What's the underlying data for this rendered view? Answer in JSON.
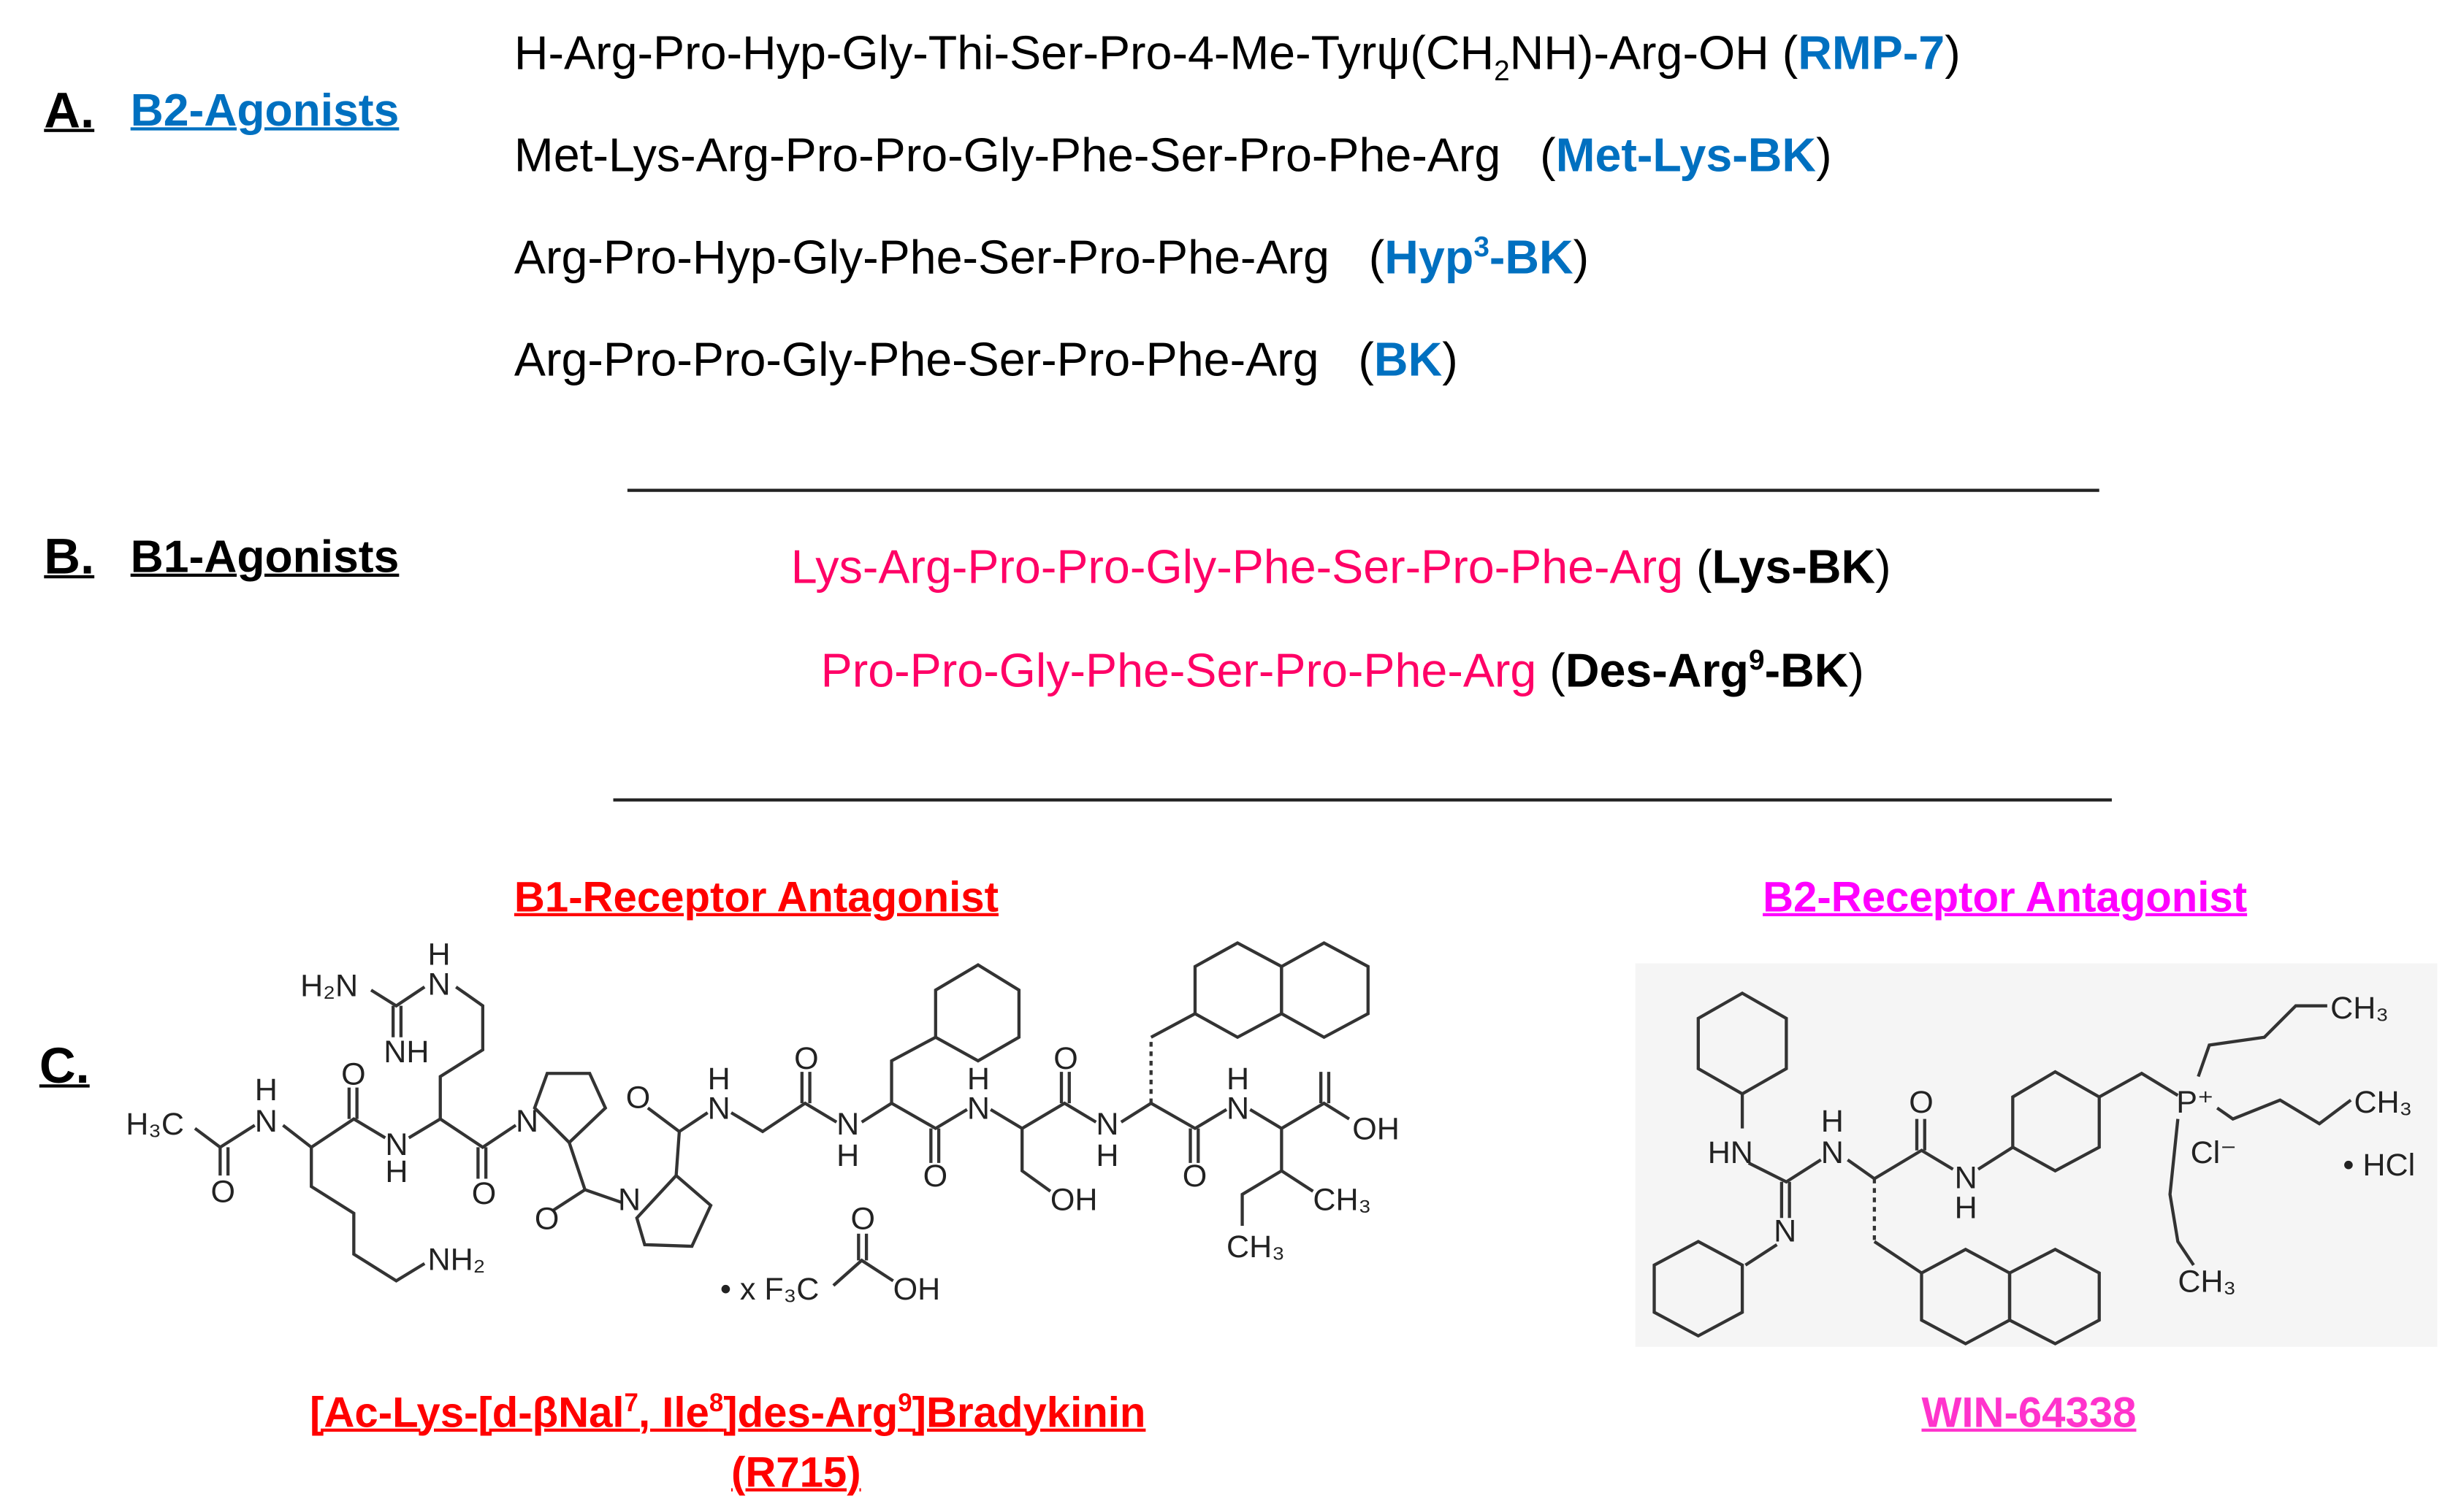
{
  "section_a": {
    "letter": "A.",
    "title": "B2-Agonists",
    "items": [
      {
        "seq_parts": [
          "H-Arg-Pro-Hyp-Gly-Thi-Ser-Pro-4-Me-Tyrψ(CH",
          "2",
          "NH)-Arg-OH "
        ],
        "name_parts": [
          "RMP-7"
        ]
      },
      {
        "seq_parts": [
          "Met-Lys-Arg-Pro-Pro-Gly-Phe-Ser-Pro-Phe-Arg   "
        ],
        "name_parts": [
          "Met-Lys-BK"
        ]
      },
      {
        "seq_parts": [
          "Arg-Pro-Hyp-Gly-Phe-Ser-Pro-Phe-Arg   "
        ],
        "name_parts": [
          "Hyp",
          "3",
          "-BK"
        ]
      },
      {
        "seq_parts": [
          "Arg-Pro-Pro-Gly-Phe-Ser-Pro-Phe-Arg   "
        ],
        "name_parts": [
          "BK"
        ]
      }
    ]
  },
  "section_b": {
    "letter": "B.",
    "title": "B1-Agonists",
    "items": [
      {
        "seq": "Lys-Arg-Pro-Pro-Gly-Phe-Ser-Pro-Phe-Arg ",
        "name_parts": [
          "Lys-BK"
        ]
      },
      {
        "seq": "Pro-Pro-Gly-Phe-Ser-Pro-Phe-Arg ",
        "name_parts": [
          "Des-Arg",
          "9",
          "-BK"
        ]
      }
    ]
  },
  "section_c": {
    "letter": "C.",
    "b1_antagonist": {
      "heading": "B1-Receptor Antagonist",
      "caption_parts": [
        "[Ac-Lys-[d-βNal",
        "7",
        ", Ile",
        "8",
        "]des-Arg",
        "9",
        "]Bradykinin"
      ],
      "caption_code": "(R715)",
      "atom_labels": [
        "H₃C",
        "N",
        "H",
        "O",
        "N",
        "H",
        "O",
        "N",
        "O",
        "N",
        "O",
        "N",
        "H",
        "O",
        "N",
        "H",
        "O",
        "N",
        "H",
        "OH",
        "O",
        "N",
        "H",
        "O",
        "N",
        "H",
        "O",
        "OH",
        "CH₃",
        "CH₃",
        "NH₂",
        "H₂N",
        "N",
        "H",
        "NH",
        "• x F₃C",
        "O",
        "OH"
      ]
    },
    "b2_antagonist": {
      "heading": "B2-Receptor Antagonist",
      "caption": "WIN-64338",
      "atom_labels": [
        "HN",
        "N",
        "H",
        "N",
        "O",
        "N",
        "H",
        "P⁺",
        "Cl⁻",
        "CH₃",
        "CH₃",
        "CH₃",
        "• HCl"
      ]
    }
  },
  "colors": {
    "blue": "#0070C0",
    "pink": "#FF0066",
    "red": "#FF0000",
    "magenta": "#FF00FF"
  }
}
